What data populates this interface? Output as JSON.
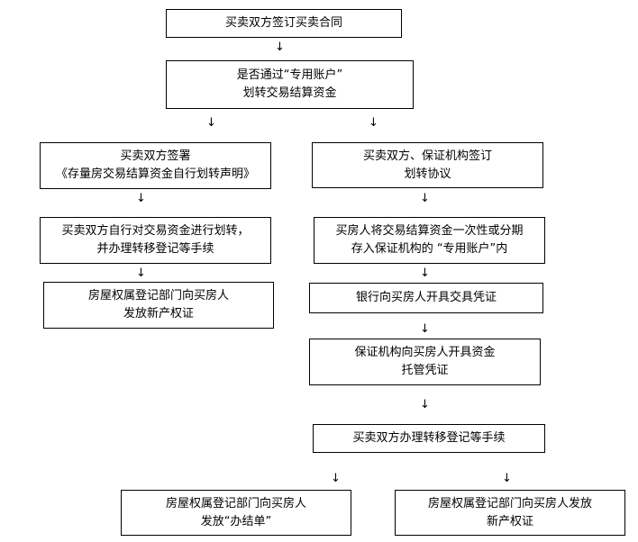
{
  "nodes": {
    "n1": [
      "买卖双方签订买卖合同"
    ],
    "n2": [
      "是否通过“专用账户”",
      "划转交易结算资金"
    ],
    "n3": [
      "买卖双方签署",
      "《存量房交易结算资金自行划转声明》"
    ],
    "n4": [
      "买卖双方、保证机构签订",
      "划转协议"
    ],
    "n5": [
      "买卖双方自行对交易资金进行划转，",
      "并办理转移登记等手续"
    ],
    "n6": [
      "买房人将交易结算资金一次性或分期",
      "存入保证机构的 “专用账户”内"
    ],
    "n7": [
      "房屋权属登记部门向买房人",
      "发放新产权证"
    ],
    "n8": [
      "银行向买房人开具交具凭证"
    ],
    "n9": [
      "保证机构向买房人开具资金",
      "托管凭证"
    ],
    "n10": [
      "买卖双方办理转移登记等手续"
    ],
    "n11": [
      "房屋权属登记部门向买房人",
      "发放“办结单”"
    ],
    "n12": [
      "房屋权属登记部门向买房人发放",
      "新产权证"
    ]
  },
  "arrow": "↓"
}
